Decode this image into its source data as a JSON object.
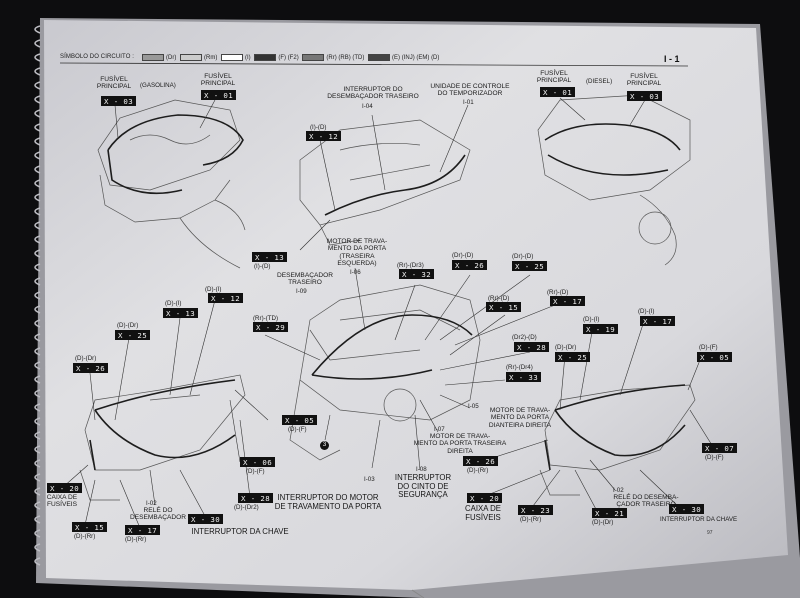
{
  "header": {
    "symbol_legend": "SÍMBOLO DO CIRCUITO :",
    "codes": [
      "(Dr)",
      "(Rm)",
      "(I)",
      "(F)",
      "(F2)",
      "(Rr)",
      "(RB)",
      "(TD)",
      "(E)",
      "(INJ)",
      "(EM)",
      "(D)"
    ],
    "section": "I - 1",
    "page_number": "97"
  },
  "top_left": {
    "fusivel_principal_1": "FUSÍVEL\nPRINCIPAL",
    "gasolina": "(GASOLINA)",
    "fusivel_principal_2": "FUSÍVEL\nPRINCIPAL",
    "x03": "X - 03",
    "x01": "X - 01"
  },
  "top_center": {
    "interruptor_desembacador": "INTERRUPTOR DO\nDESEMBAÇADOR TRASEIRO",
    "i04": "I-04",
    "unidade_controle": "UNIDADE DE CONTROLE\nDO TEMPORIZADOR",
    "i01": "I-01",
    "i_d": "(I)-(D)",
    "x12": "X - 12",
    "x13": "X - 13",
    "i_d2": "(I)-(D)"
  },
  "top_right": {
    "fusivel_principal_1": "FUSÍVEL\nPRINCIPAL",
    "diesel": "(DIESEL)",
    "fusivel_principal_2": "FUSÍVEL\nPRINCIPAL",
    "x01": "X - 01",
    "x03": "X - 03"
  },
  "middle": {
    "motor_travamento": "MOTOR DE TRAVA-\nMENTO DA PORTA\n(TRASEIRA\nESQUERDA)",
    "i06": "I-06",
    "rr_dr3": "(Rr)-(Dr3)",
    "x32": "X - 32",
    "desembacador_traseiro": "DESEMBAÇADOR\nTRASEIRO",
    "i09": "I-09",
    "dr_d_1": "(Dr)-(D)",
    "x26": "X - 26",
    "dr_d_2": "(Dr)-(D)",
    "x25": "X - 25",
    "rr_d": "(Rr)-(D)",
    "x17": "X - 17",
    "rr_d2": "(Rr)-(D)",
    "x15": "X - 15",
    "rr_td": "(Rr)-(TD)",
    "x29": "X - 29",
    "dr2_d": "(Dr2)-(D)",
    "x28": "X - 28",
    "rr_dr4": "(Rr)-(Dr4)",
    "x33": "X - 33",
    "i05": "I-05",
    "motor_dianteira": "MOTOR DE TRAVA-\nMENTO DA PORTA\nDIANTEIRA DIREITA",
    "i07": "I-07",
    "motor_traseira_direita": "MOTOR DE TRAVA-\nMENTO DA PORTA TRASEIRA\nDIREITA",
    "i08": "I-08",
    "interruptor_cinto": "INTERRUPTOR\nDO CINTO DE\nSEGURANÇA",
    "i03": "I-03",
    "interruptor_motor": "INTERRUPTOR DO MOTOR\nDE TRAVAMENTO DA PORTA",
    "circle_3": "3"
  },
  "left_panel": {
    "d_i_1": "(D)-(I)",
    "x12": "X - 12",
    "d_i_2": "(D)-(I)",
    "x13": "X - 13",
    "d_dr": "(D)-(Dr)",
    "x25": "X - 25",
    "d_dr_2": "(D)-(Dr)",
    "x26": "X - 26",
    "x05": "X - 05",
    "d_f": "(D)-(F)",
    "x06": "X - 06",
    "d_f_2": "(D)-(F)",
    "x28": "X - 28",
    "d_dr2": "(D)-(Dr2)",
    "x20": "X - 20",
    "caixa_fusiveis": "CAIXA DE\nFUSÍVEIS",
    "i02": "I-02",
    "rele_desembacador": "RELÉ DO\nDESEMBAÇADOR",
    "x30": "X - 30",
    "interruptor_chave": "INTERRUPTOR DA CHAVE",
    "x15": "X - 15",
    "d_rr": "(D)-(Rr)",
    "x17": "X - 17",
    "d_rr_2": "(D)-(Rr)"
  },
  "right_panel": {
    "d_i_1": "(D)-(I)",
    "x19": "X - 19",
    "d_i_2": "(D)-(I)",
    "x17": "X - 17",
    "d_dr": "(D)-(Dr)",
    "x25": "X - 25",
    "d_f": "(D)-(F)",
    "x05": "X - 05",
    "x07": "X - 07",
    "d_f_2": "(D)-(F)",
    "x26": "X - 26",
    "d_rr": "(D)-(Rr)",
    "x20": "X - 20",
    "caixa_fusiveis": "CAIXA DE\nFUSÍVEIS",
    "x23": "X - 23",
    "d_rr_2": "(D)-(Rr)",
    "x21": "X - 21",
    "d_dr_2": "(D)-(Dr)",
    "i02": "I-02",
    "rele_desembacador": "RELÉ DO DESEMBA-\nÇADOR TRASEIRO",
    "x30": "X - 30",
    "interruptor_chave": "INTERRUPTOR DA CHAVE"
  }
}
